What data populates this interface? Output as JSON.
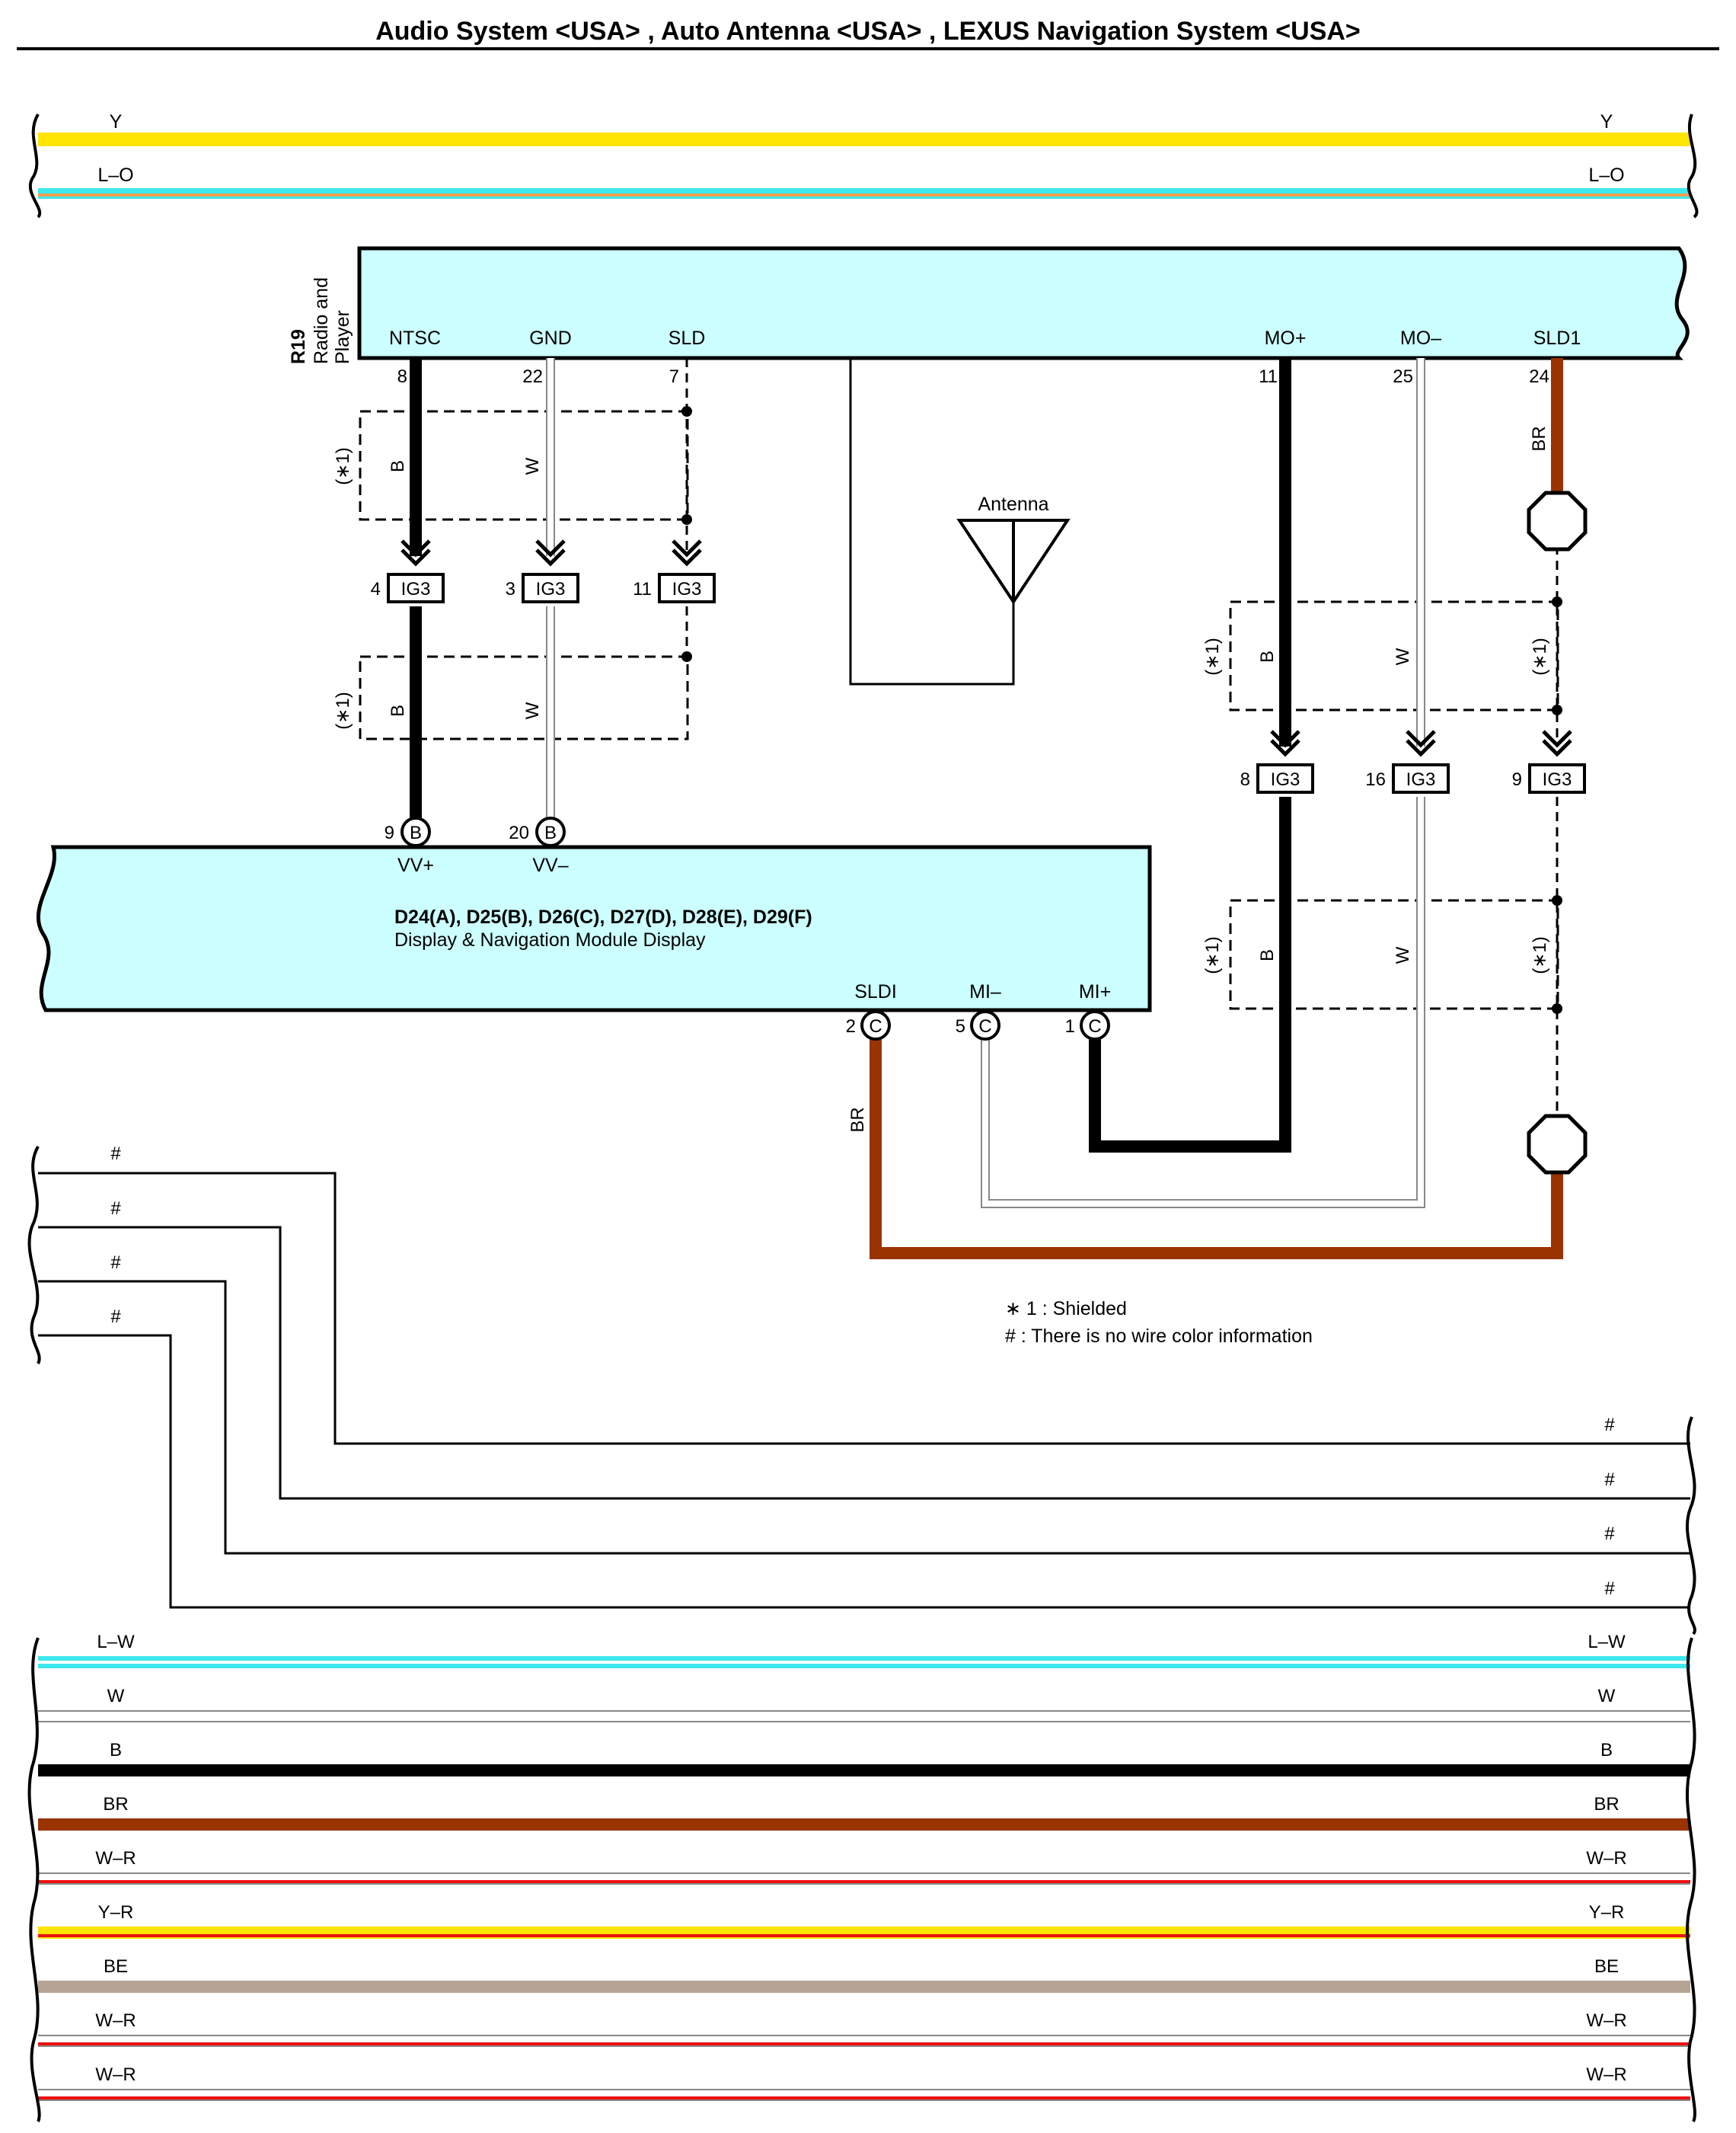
{
  "title": "Audio System <USA> , Auto Antenna <USA> , LEXUS Navigation System <USA>",
  "colors": {
    "Y": "#ffe400",
    "L": "#3ee8ee",
    "O": "#f0a050",
    "W": "#ffffff",
    "B": "#000000",
    "BR": "#993300",
    "R": "#ee1111",
    "BE": "#b5a393",
    "component_fill": "#ccffff",
    "wire_outline": "#888888"
  },
  "top_wires": [
    {
      "label": "Y",
      "main": "Y"
    },
    {
      "label": "L–O",
      "main": "L",
      "stripe": "O"
    }
  ],
  "radio": {
    "code": "R19",
    "name_line1": "Radio and",
    "name_line2": "Player",
    "pins": [
      {
        "name": "NTSC",
        "num": "8"
      },
      {
        "name": "GND",
        "num": "22"
      },
      {
        "name": "SLD",
        "num": "7"
      },
      {
        "name": "MO+",
        "num": "11"
      },
      {
        "name": "MO–",
        "num": "25"
      },
      {
        "name": "SLD1",
        "num": "24"
      }
    ]
  },
  "antenna": {
    "label": "Antenna"
  },
  "connectors": {
    "left": [
      {
        "num": "4",
        "code": "IG3"
      },
      {
        "num": "3",
        "code": "IG3"
      },
      {
        "num": "11",
        "code": "IG3"
      }
    ],
    "right": [
      {
        "num": "8",
        "code": "IG3"
      },
      {
        "num": "16",
        "code": "IG3"
      },
      {
        "num": "9",
        "code": "IG3"
      }
    ]
  },
  "shield_note": "(∗1)",
  "wire_labels": {
    "B": "B",
    "W": "W",
    "BR": "BR"
  },
  "display": {
    "codes": "D24(A), D25(B), D26(C), D27(D), D28(E), D29(F)",
    "name": "Display & Navigation Module Display",
    "top_pins": [
      {
        "num": "9",
        "conn": "B",
        "name": "VV+"
      },
      {
        "num": "20",
        "conn": "B",
        "name": "VV–"
      }
    ],
    "bottom_pins": [
      {
        "num": "2",
        "conn": "C",
        "name": "SLDI"
      },
      {
        "num": "5",
        "conn": "C",
        "name": "MI–"
      },
      {
        "num": "1",
        "conn": "C",
        "name": "MI+"
      }
    ]
  },
  "legend": {
    "shielded": "∗ 1 : Shielded",
    "no_color": "# : There is no wire color information"
  },
  "hash_wires": [
    "#",
    "#",
    "#",
    "#"
  ],
  "bottom_wires": [
    {
      "label": "L–W",
      "main": "L",
      "stripe": "W"
    },
    {
      "label": "W",
      "main": "W"
    },
    {
      "label": "B",
      "main": "B"
    },
    {
      "label": "BR",
      "main": "BR"
    },
    {
      "label": "W–R",
      "main": "W",
      "stripe": "R"
    },
    {
      "label": "Y–R",
      "main": "Y",
      "stripe": "R"
    },
    {
      "label": "BE",
      "main": "BE"
    },
    {
      "label": "W–R",
      "main": "W",
      "stripe": "R"
    },
    {
      "label": "W–R",
      "main": "W",
      "stripe": "R"
    }
  ]
}
